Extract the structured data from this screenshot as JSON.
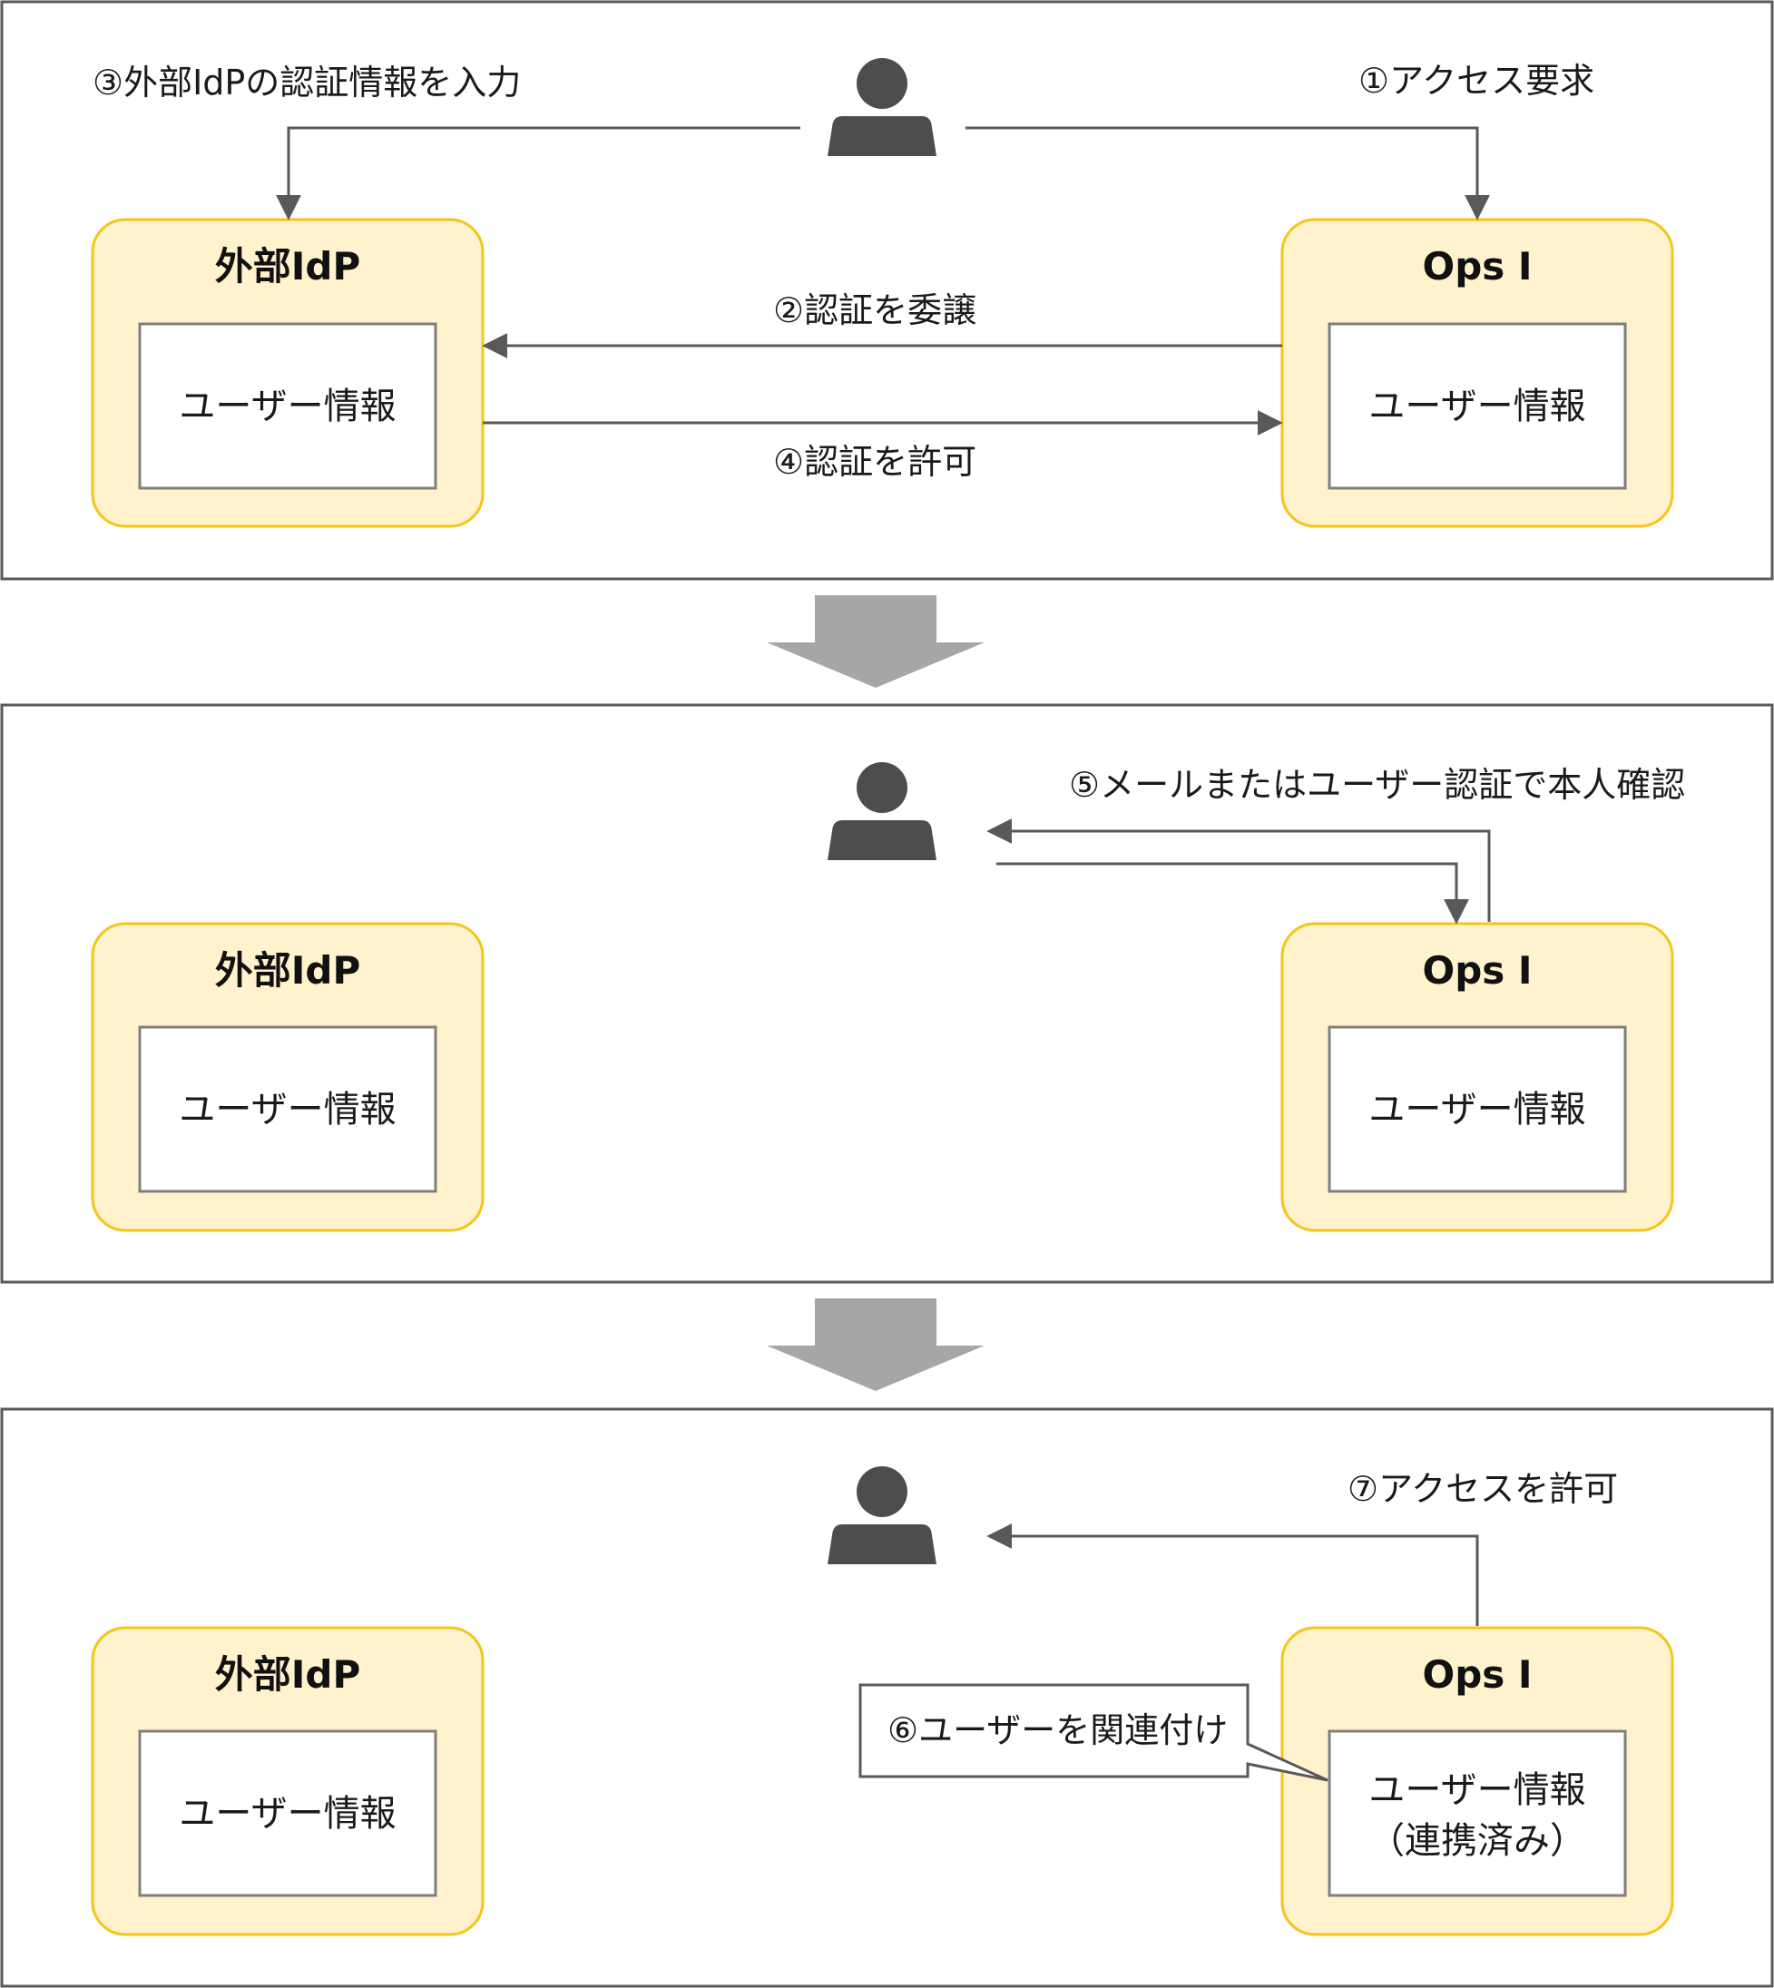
{
  "panels": [
    {
      "idp": {
        "title": "外部IdP",
        "inner": [
          "ユーザー情報"
        ]
      },
      "ops": {
        "title": "Ops I",
        "inner": [
          "ユーザー情報"
        ]
      },
      "labels": {
        "step3": "③外部IdPの認証情報を入力",
        "step1": "①アクセス要求",
        "step2": "②認証を委譲",
        "step4": "④認証を許可"
      }
    },
    {
      "idp": {
        "title": "外部IdP",
        "inner": [
          "ユーザー情報"
        ]
      },
      "ops": {
        "title": "Ops I",
        "inner": [
          "ユーザー情報"
        ]
      },
      "labels": {
        "step5": "⑤メールまたはユーザー認証で本人確認"
      }
    },
    {
      "idp": {
        "title": "外部IdP",
        "inner": [
          "ユーザー情報"
        ]
      },
      "ops": {
        "title": "Ops I",
        "inner": [
          "ユーザー情報",
          "（連携済み）"
        ]
      },
      "labels": {
        "step7": "⑦アクセスを許可",
        "step6": "⑥ユーザーを関連付け"
      }
    }
  ],
  "colors": {
    "panel_border": "#595959",
    "node_fill": "#fff2cc",
    "node_border": "#f5c518",
    "inner_border": "#7f7f7f",
    "edge": "#595959",
    "person": "#4d4d4d",
    "transition_arrow": "#a6a6a6"
  },
  "icons": {
    "user": "person-icon",
    "transition": "down-arrow-icon"
  }
}
